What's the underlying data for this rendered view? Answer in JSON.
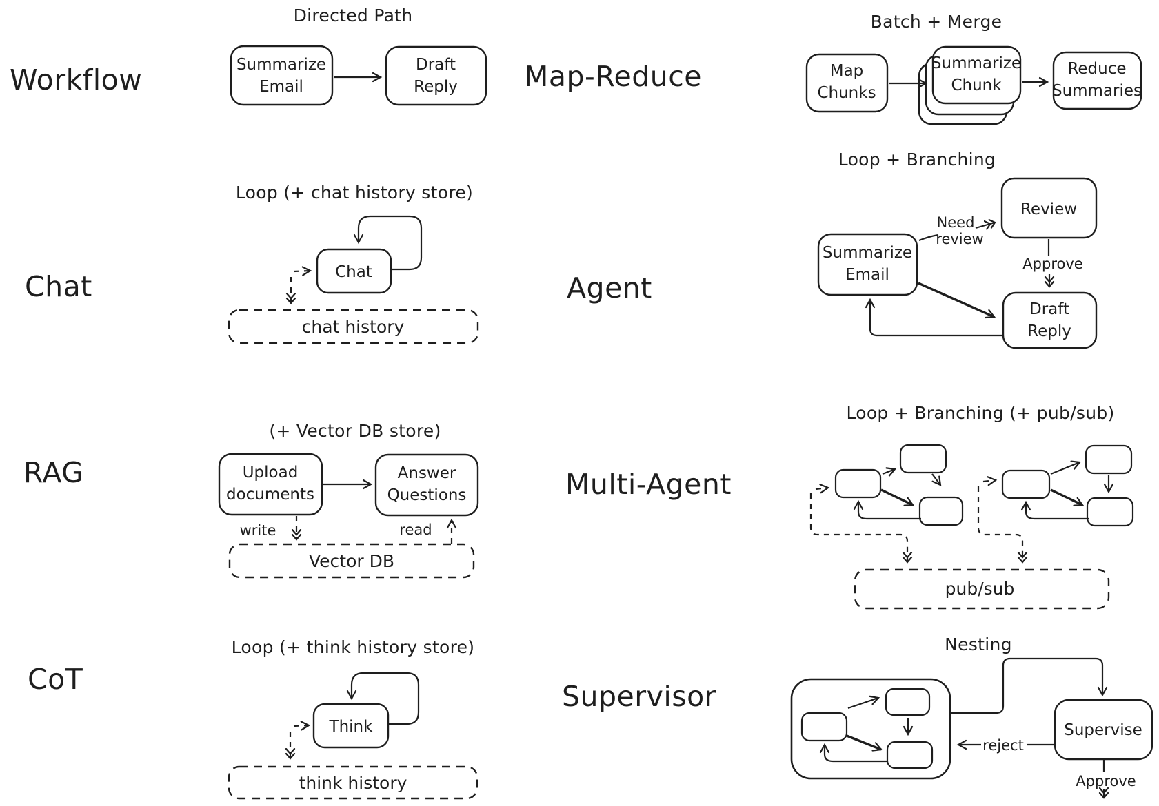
{
  "canvas": {
    "background_color": "#ffffff",
    "ink_color": "#1e1e1e"
  },
  "panels": {
    "workflow": {
      "label": "Workflow",
      "title": "Directed Path",
      "node1_line1": "Summarize",
      "node1_line2": "Email",
      "node2_line1": "Draft",
      "node2_line2": "Reply"
    },
    "chat": {
      "label": "Chat",
      "title": "Loop (+ chat history store)",
      "node": "Chat",
      "store": "chat history"
    },
    "rag": {
      "label": "RAG",
      "title": "(+ Vector DB store)",
      "node1_line1": "Upload",
      "node1_line2": "documents",
      "node2_line1": "Answer",
      "node2_line2": "Questions",
      "write_label": "write",
      "read_label": "read",
      "store": "Vector DB"
    },
    "cot": {
      "label": "CoT",
      "title": "Loop (+ think history store)",
      "node": "Think",
      "store": "think history"
    },
    "map_reduce": {
      "label": "Map-Reduce",
      "title": "Batch + Merge",
      "node1_line1": "Map",
      "node1_line2": "Chunks",
      "node2_line1": "Summarize",
      "node2_line2": "Chunk",
      "node3_line1": "Reduce",
      "node3_line2": "Summaries"
    },
    "agent": {
      "label": "Agent",
      "title": "Loop + Branching",
      "review_node": "Review",
      "summarize_line1": "Summarize",
      "summarize_line2": "Email",
      "draft_line1": "Draft",
      "draft_line2": "Reply",
      "need_review_line1": "Need",
      "need_review_line2": "review",
      "approve_label": "Approve"
    },
    "multi_agent": {
      "label": "Multi-Agent",
      "title": "Loop + Branching (+ pub/sub)",
      "store": "pub/sub"
    },
    "supervisor": {
      "label": "Supervisor",
      "title": "Nesting",
      "supervise_node": "Supervise",
      "reject_label": "reject",
      "approve_label": "Approve"
    }
  }
}
